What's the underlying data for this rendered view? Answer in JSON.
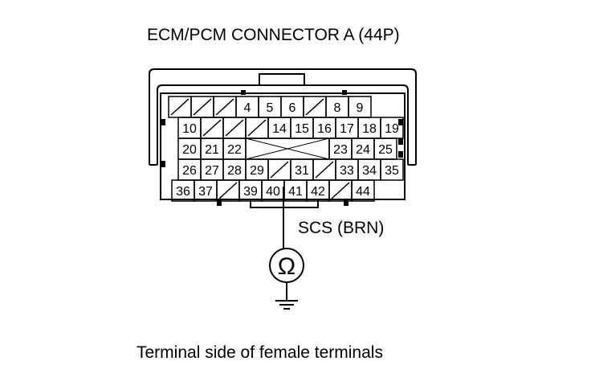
{
  "diagram": {
    "title": "ECM/PCM CONNECTOR A (44P)",
    "caption": "Terminal side of female terminals",
    "wire_label": "SCS (BRN)",
    "meter_symbol": "Ω",
    "connector": {
      "rows": [
        [
          "",
          "",
          "",
          "4",
          "5",
          "6",
          "",
          "8",
          "9"
        ],
        [
          "10",
          "",
          "",
          "",
          "14",
          "15",
          "16",
          "17",
          "18",
          "19"
        ],
        [
          "20",
          "21",
          "22",
          "23",
          "24",
          "25"
        ],
        [
          "26",
          "27",
          "28",
          "29",
          "",
          "31",
          "",
          "33",
          "34",
          "35"
        ],
        [
          "36",
          "37",
          "",
          "39",
          "40",
          "41",
          "42",
          "",
          "44"
        ]
      ],
      "probed_terminal": "40"
    }
  }
}
